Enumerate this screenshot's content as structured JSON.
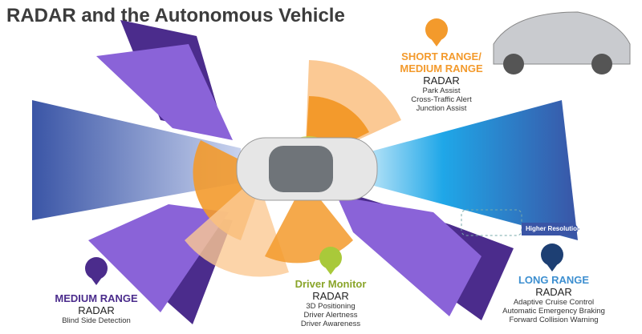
{
  "title": "RADAR and the Autonomous Vehicle",
  "short_range": {
    "heading1": "SHORT RANGE/",
    "heading2": "MEDIUM RANGE",
    "radar": "RADAR",
    "features": [
      "Park Assist",
      "Cross-Traffic Alert",
      "Junction Assist"
    ]
  },
  "medium_range": {
    "heading": "MEDIUM RANGE",
    "radar": "RADAR",
    "features": [
      "Blind Side Detection"
    ]
  },
  "driver_monitor": {
    "heading": "Driver Monitor",
    "radar": "RADAR",
    "features": [
      "3D Positioning",
      "Driver Alertness",
      "Driver Awareness"
    ]
  },
  "long_range": {
    "heading": "LONG RANGE",
    "radar": "RADAR",
    "features": [
      "Adaptive Cruise Control",
      "Automatic Emergency Braking",
      "Forward Collision Warning"
    ]
  },
  "resolution_label": "Higher Resolution",
  "colors": {
    "purple_dark": "#4b2c8c",
    "purple_light": "#8a63d8",
    "orange": "#f39a2c",
    "orange_light": "#fbc994",
    "blue_dark": "#3a55a6",
    "blue_light": "#1fa7e8",
    "green": "#a9c93a"
  }
}
